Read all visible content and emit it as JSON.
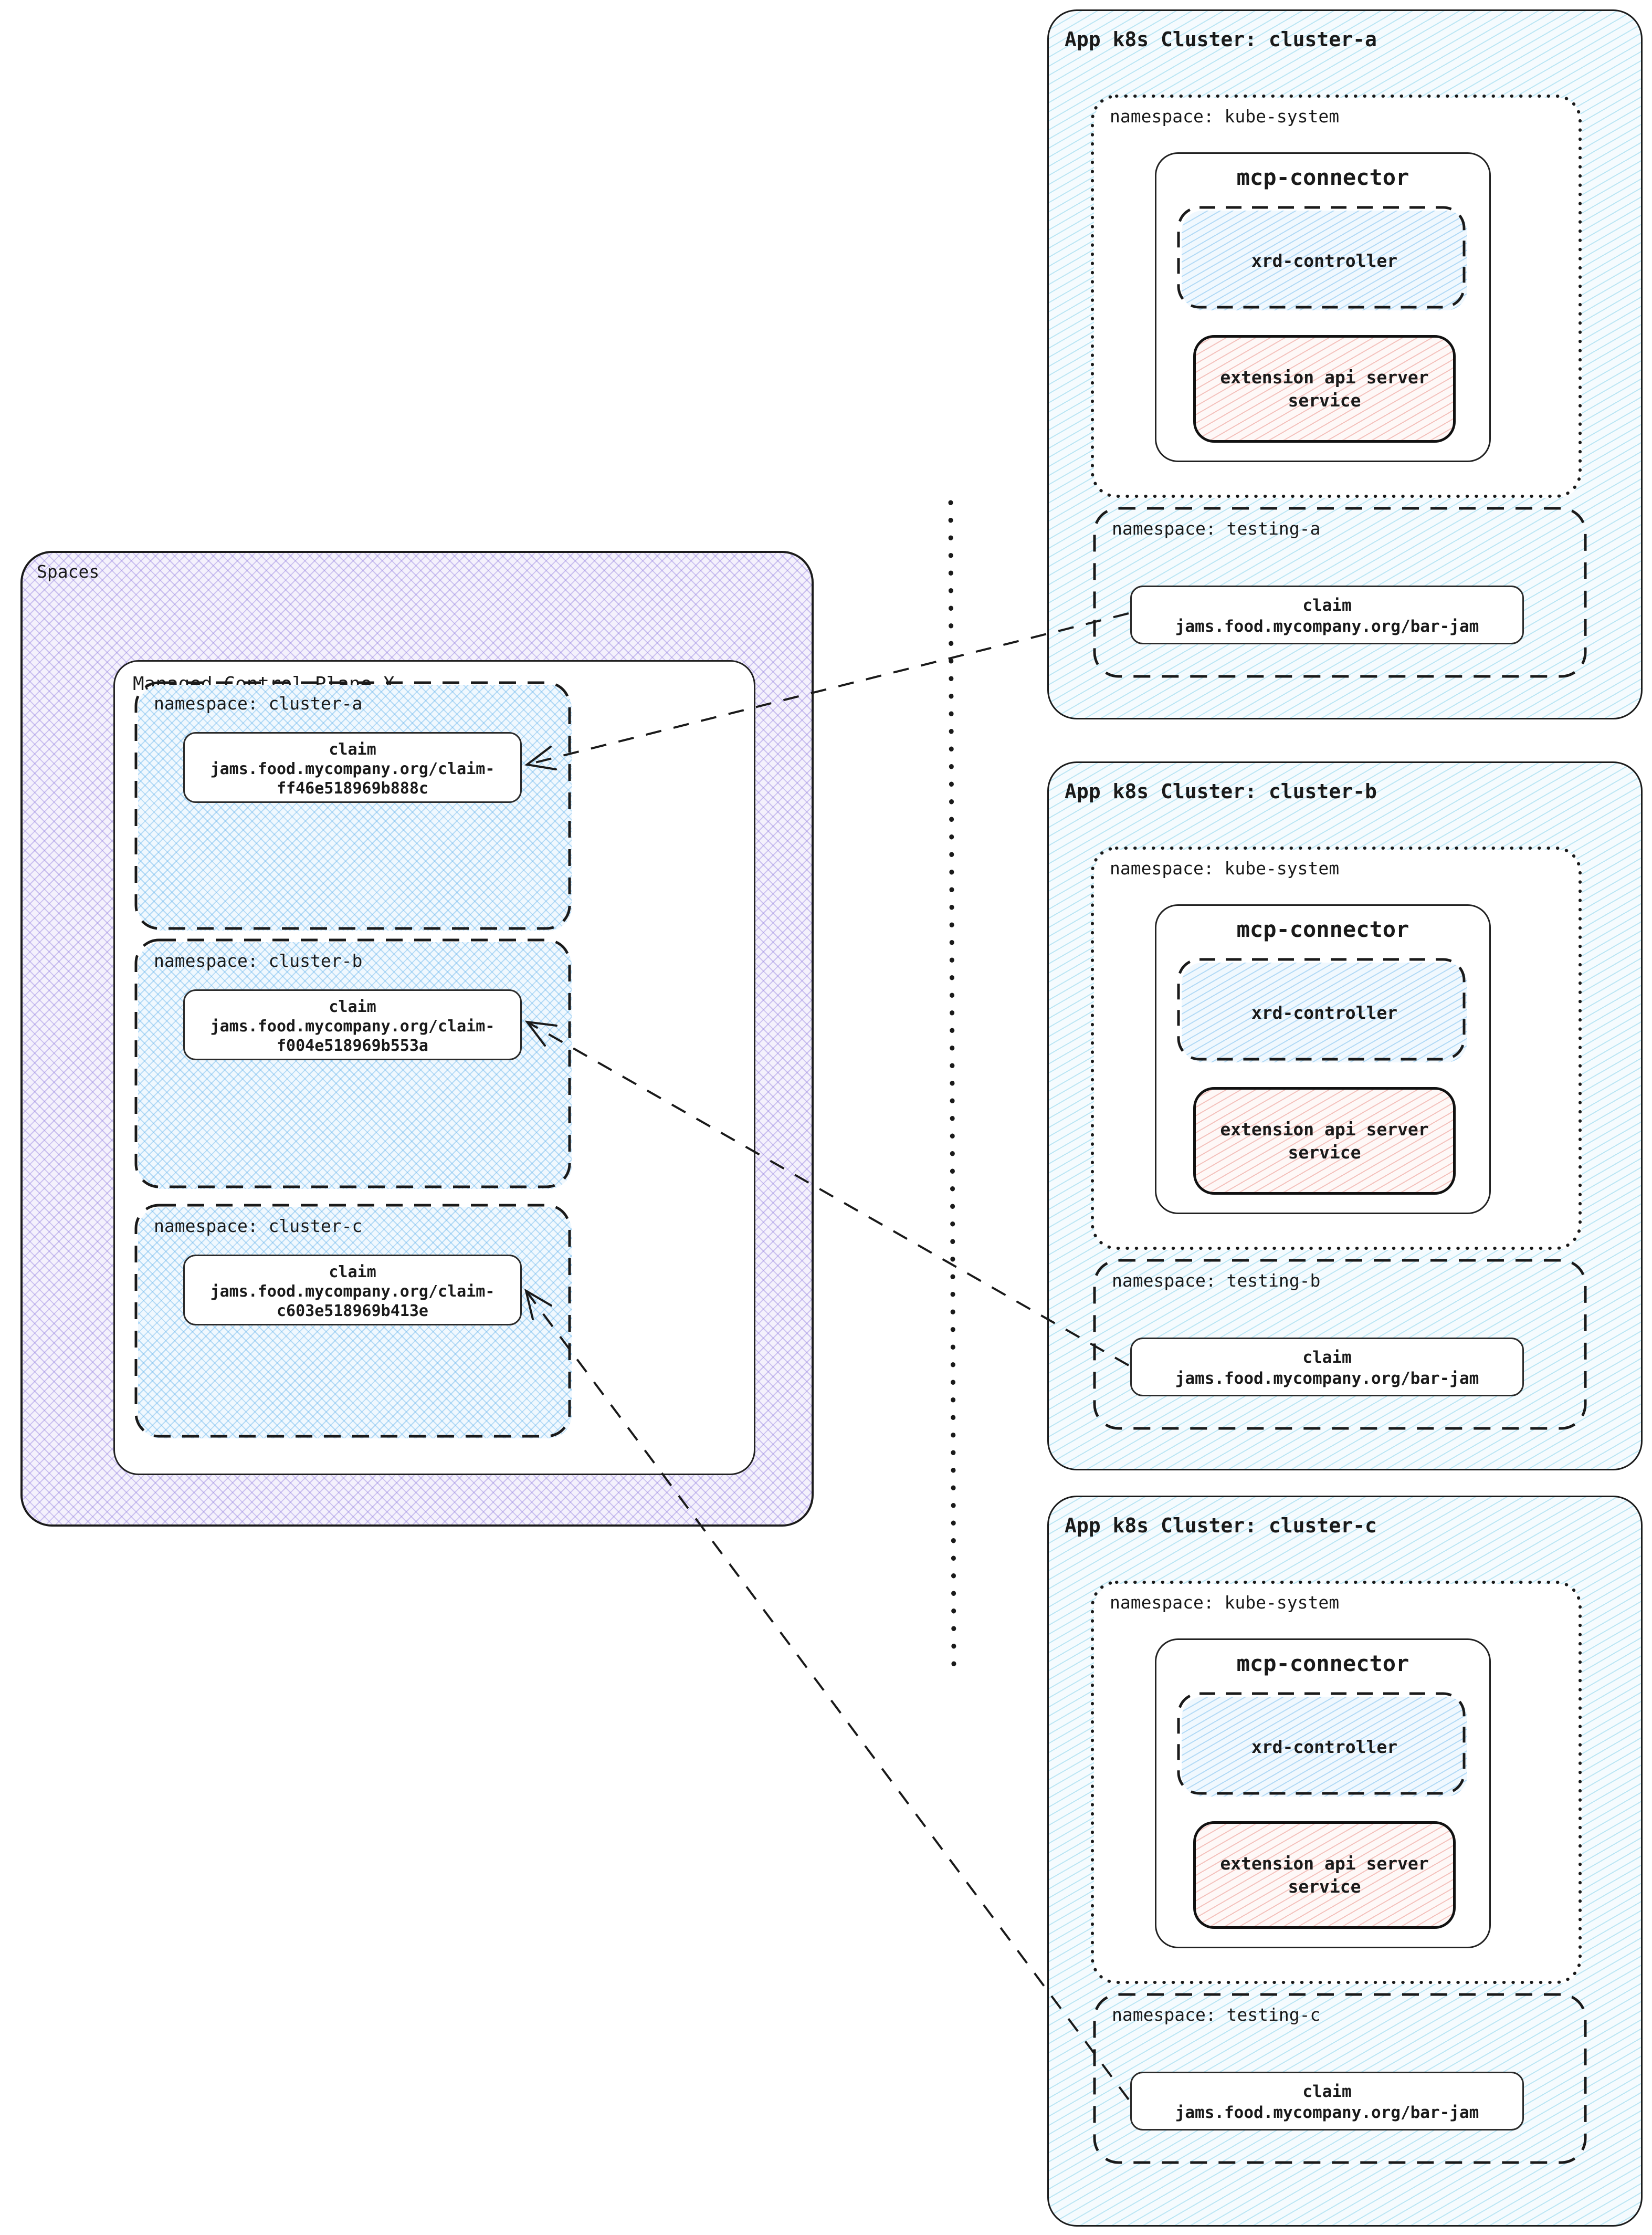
{
  "colors": {
    "cluster_fill": "#F5FBFE",
    "cluster_hatch": "#A9DFF0",
    "spaces_fill": "#F4F1FC",
    "spaces_hatch": "#B9ADEA",
    "namespace_fill": "#F0F8FE",
    "namespace_hatch": "#A6D4F0",
    "extension_fill": "#FEF8F7",
    "extension_hatch": "#F2BCB4",
    "line": "#1A1A1A"
  },
  "spaces_panel": {
    "label": "Spaces",
    "control_plane": {
      "label": "Managed Control Plane X",
      "namespaces": [
        {
          "label": "namespace: cluster-a",
          "claim": {
            "title": "claim",
            "line1": "jams.food.mycompany.org/claim-",
            "line2": "ff46e518969b888c"
          }
        },
        {
          "label": "namespace: cluster-b",
          "claim": {
            "title": "claim",
            "line1": "jams.food.mycompany.org/claim-",
            "line2": "f004e518969b553a"
          }
        },
        {
          "label": "namespace: cluster-c",
          "claim": {
            "title": "claim",
            "line1": "jams.food.mycompany.org/claim-",
            "line2": "c603e518969b413e"
          }
        }
      ]
    }
  },
  "clusters": [
    {
      "title": "App k8s Cluster: cluster-a",
      "kube_system": {
        "label": "namespace: kube-system",
        "mcp_connector": {
          "label": "mcp-connector",
          "xrd_controller": "xrd-controller",
          "extension_api": {
            "line1": "extension api server",
            "line2": "service"
          }
        }
      },
      "testing": {
        "label": "namespace: testing-a",
        "claim": {
          "title": "claim",
          "value": "jams.food.mycompany.org/bar-jam"
        }
      }
    },
    {
      "title": "App k8s Cluster: cluster-b",
      "kube_system": {
        "label": "namespace: kube-system",
        "mcp_connector": {
          "label": "mcp-connector",
          "xrd_controller": "xrd-controller",
          "extension_api": {
            "line1": "extension api server",
            "line2": "service"
          }
        }
      },
      "testing": {
        "label": "namespace: testing-b",
        "claim": {
          "title": "claim",
          "value": "jams.food.mycompany.org/bar-jam"
        }
      }
    },
    {
      "title": "App k8s Cluster: cluster-c",
      "kube_system": {
        "label": "namespace: kube-system",
        "mcp_connector": {
          "label": "mcp-connector",
          "xrd_controller": "xrd-controller",
          "extension_api": {
            "line1": "extension api server",
            "line2": "service"
          }
        }
      },
      "testing": {
        "label": "namespace: testing-c",
        "claim": {
          "title": "claim",
          "value": "jams.food.mycompany.org/bar-jam"
        }
      }
    }
  ]
}
